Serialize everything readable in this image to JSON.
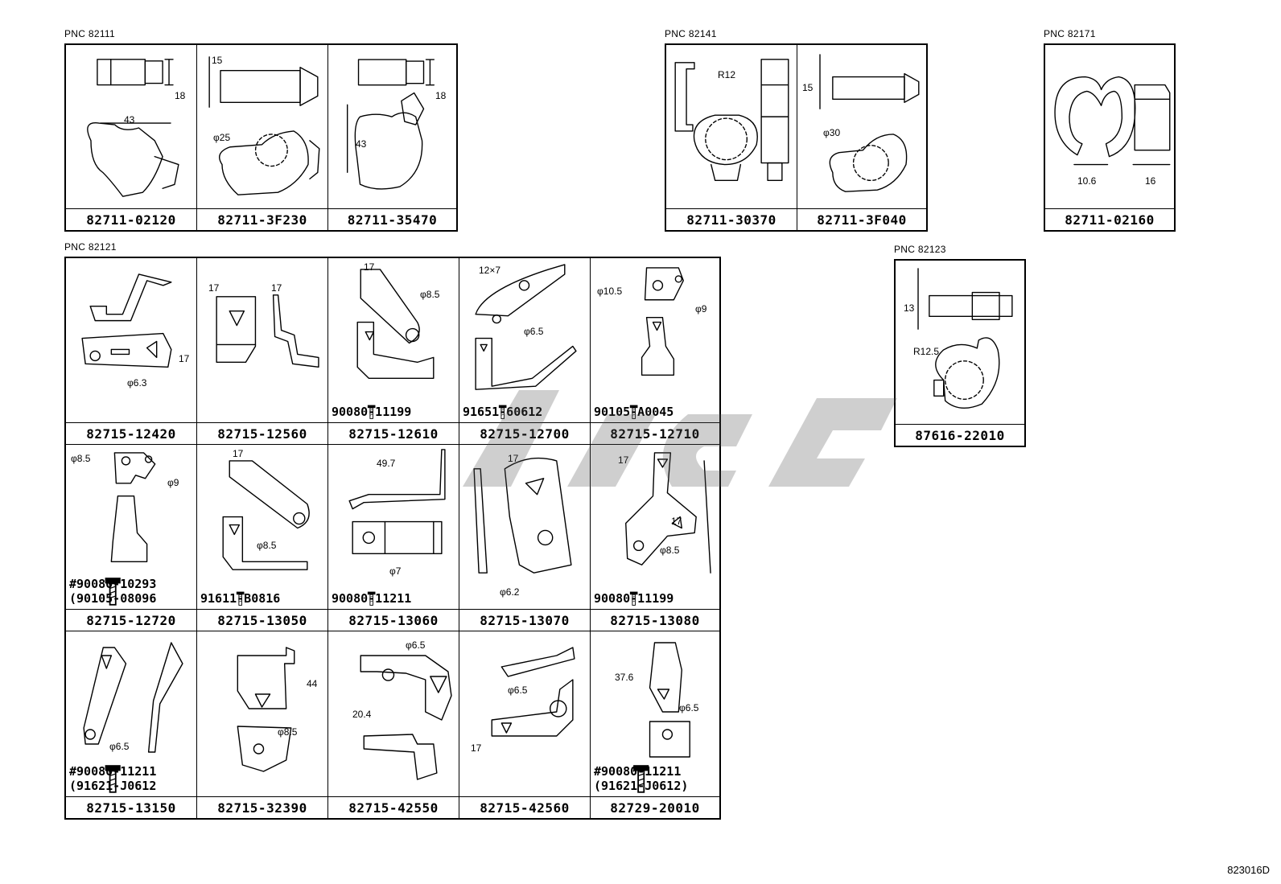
{
  "groups": [
    {
      "id": "g82111",
      "pnc": "PNC  82111",
      "parts": [
        {
          "pn": "82711-02120",
          "dims": [
            "18",
            "43"
          ]
        },
        {
          "pn": "82711-3F230",
          "dims": [
            "15",
            "φ25"
          ]
        },
        {
          "pn": "82711-35470",
          "dims": [
            "18",
            "43"
          ]
        }
      ]
    },
    {
      "id": "g82141",
      "pnc": "PNC  82141",
      "parts": [
        {
          "pn": "82711-30370",
          "dims": [
            "R12"
          ]
        },
        {
          "pn": "82711-3F040",
          "dims": [
            "15",
            "φ30"
          ]
        }
      ]
    },
    {
      "id": "g82171",
      "pnc": "PNC  82171",
      "parts": [
        {
          "pn": "82711-02160",
          "dims": [
            "10.6",
            "16"
          ]
        }
      ]
    },
    {
      "id": "g82123",
      "pnc": "PNC  82123",
      "parts": [
        {
          "pn": "87616-22010",
          "dims": [
            "13",
            "R12.5"
          ]
        }
      ]
    },
    {
      "id": "g82121",
      "pnc": "PNC  82121",
      "parts": [
        {
          "pn": "82715-12420",
          "dims": [
            "17",
            "φ6.3"
          ],
          "bolt": []
        },
        {
          "pn": "82715-12560",
          "dims": [
            "17",
            "17"
          ],
          "bolt": []
        },
        {
          "pn": "82715-12610",
          "dims": [
            "17",
            "φ8.5"
          ],
          "bolt": [
            "90080-11199"
          ]
        },
        {
          "pn": "82715-12700",
          "dims": [
            "12×7",
            "φ6.5"
          ],
          "bolt": [
            "91651-60612"
          ]
        },
        {
          "pn": "82715-12710",
          "dims": [
            "φ10.5",
            "φ9"
          ],
          "bolt": [
            "90105-A0045"
          ]
        },
        {
          "pn": "82715-12720",
          "dims": [
            "φ8.5",
            "φ9"
          ],
          "bolt": [
            "#90080-10293",
            "(90105-08096"
          ]
        },
        {
          "pn": "82715-13050",
          "dims": [
            "17",
            "φ8.5"
          ],
          "bolt": [
            "91611-B0816"
          ]
        },
        {
          "pn": "82715-13060",
          "dims": [
            "49.7",
            "φ7"
          ],
          "bolt": [
            "90080-11211"
          ]
        },
        {
          "pn": "82715-13070",
          "dims": [
            "17",
            "φ6.2"
          ],
          "bolt": []
        },
        {
          "pn": "82715-13080",
          "dims": [
            "17",
            "17",
            "φ8.5"
          ],
          "bolt": [
            "90080-11199"
          ]
        },
        {
          "pn": "82715-13150",
          "dims": [
            "φ6.5"
          ],
          "bolt": [
            "#90080-11211",
            "(91621-J0612"
          ]
        },
        {
          "pn": "82715-32390",
          "dims": [
            "44",
            "φ8.5"
          ],
          "bolt": []
        },
        {
          "pn": "82715-42550",
          "dims": [
            "φ6.5",
            "20.4"
          ],
          "bolt": []
        },
        {
          "pn": "82715-42560",
          "dims": [
            "φ6.5",
            "17"
          ],
          "bolt": []
        },
        {
          "pn": "82729-20010",
          "dims": [
            "37.6",
            "φ6.5"
          ],
          "bolt": [
            "#90080-11211",
            "(91621-J0612)"
          ]
        }
      ]
    }
  ],
  "footer_code": "823016D"
}
